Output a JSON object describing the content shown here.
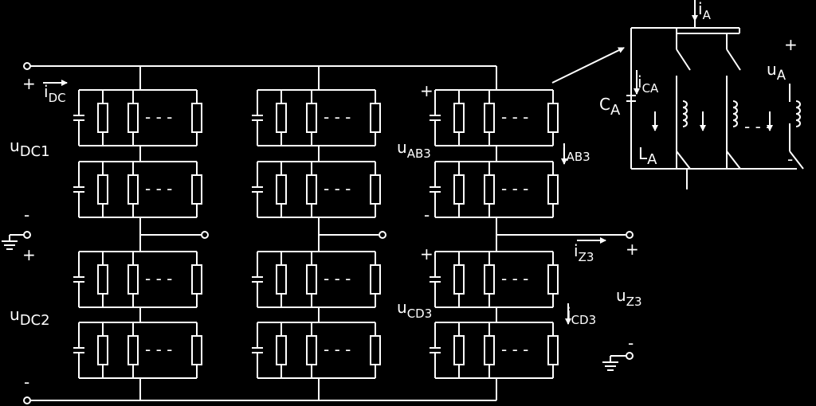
{
  "labels": {
    "i_dc": {
      "main": "i",
      "sub": "DC"
    },
    "u_dc1": {
      "main": "u",
      "sub": "DC1"
    },
    "u_dc2": {
      "main": "u",
      "sub": "DC2"
    },
    "u_ab3": {
      "main": "u",
      "sub": "AB3"
    },
    "i_ab3": {
      "main": "i",
      "sub": "AB3"
    },
    "u_cd3": {
      "main": "u",
      "sub": "CD3"
    },
    "i_cd3": {
      "main": "i",
      "sub": "CD3"
    },
    "i_z3": {
      "main": "i",
      "sub": "Z3"
    },
    "u_z3": {
      "main": "u",
      "sub": "Z3"
    },
    "i_a": {
      "main": "i",
      "sub": "A"
    },
    "i_ca": {
      "main": "i",
      "sub": "CA"
    },
    "c_a": {
      "main": "C",
      "sub": "A"
    },
    "l_a": {
      "main": "L",
      "sub": "A"
    },
    "u_a": {
      "main": "u",
      "sub": "A"
    }
  },
  "signs": {
    "plus": "+",
    "minus": "-",
    "ellipsis": "- - -"
  },
  "colors": {
    "background": "#000000",
    "stroke": "#ffffff"
  }
}
